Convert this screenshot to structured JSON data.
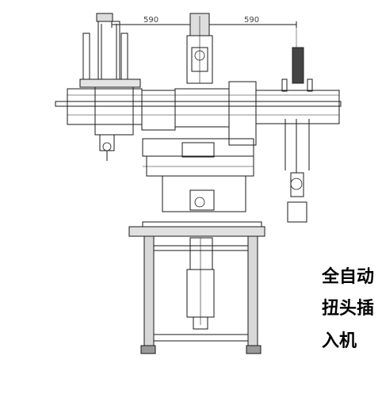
{
  "drawing": {
    "dimensions": {
      "left_width": "590",
      "right_width": "590"
    },
    "caption": {
      "line1": "全自动",
      "line2": "扭头插",
      "line3": "入机"
    },
    "colors": {
      "line": "#1a1a1a",
      "frame_fill": "#d8d8d8",
      "accent_gray": "#9a9a9a",
      "background": "#ffffff"
    }
  }
}
